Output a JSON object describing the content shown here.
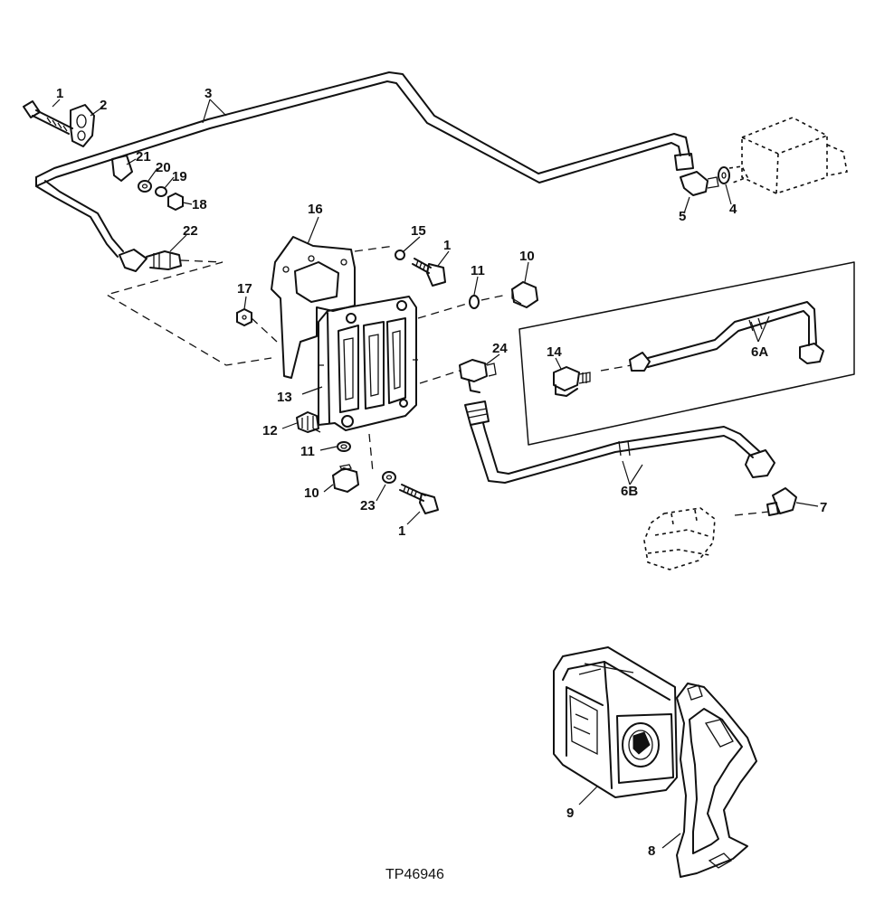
{
  "figure_id": "TP46946",
  "callouts": {
    "c1a": "1",
    "c2": "2",
    "c3": "3",
    "c4": "4",
    "c5": "5",
    "c21": "21",
    "c20": "20",
    "c19": "19",
    "c18": "18",
    "c22": "22",
    "c16": "16",
    "c15": "15",
    "c1b": "1",
    "c11a": "11",
    "c10a": "10",
    "c17": "17",
    "c24": "24",
    "c14": "14",
    "c6a": "6A",
    "c13": "13",
    "c12": "12",
    "c11b": "11",
    "c10b": "10",
    "c23": "23",
    "c1c": "1",
    "c6b": "6B",
    "c7": "7",
    "c9": "9",
    "c8": "8"
  }
}
